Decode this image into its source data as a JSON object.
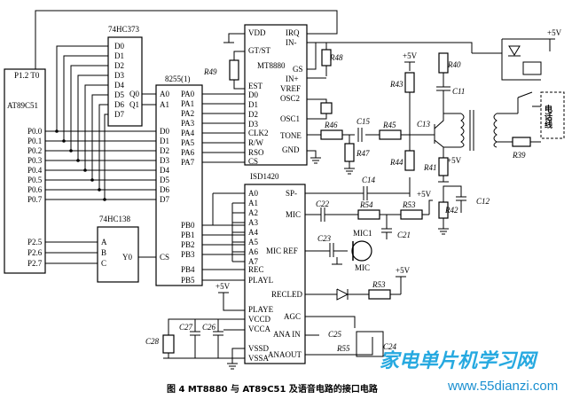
{
  "chips": {
    "mcu": {
      "name": "AT89C51",
      "pin_top": "P1.2 T0",
      "ports_p0": [
        "P0.0",
        "P0.1",
        "P0.2",
        "P0.3",
        "P0.4",
        "P0.5",
        "P0.6",
        "P0.7"
      ],
      "ports_p2": [
        "P2.5",
        "P2.6",
        "P2.7"
      ]
    },
    "latch": {
      "name": "74HC373",
      "d_pins": [
        "D0",
        "D1",
        "D2",
        "D3",
        "D4",
        "D5",
        "D6",
        "D7"
      ],
      "q_pins": [
        "Q0",
        "Q1"
      ]
    },
    "ppi": {
      "name": "8255(1)",
      "left_pins": [
        "A0",
        "A1",
        "D0",
        "D1",
        "D2",
        "D3",
        "D4",
        "D5",
        "D6",
        "D7",
        "CS"
      ],
      "pa_pins": [
        "PA0",
        "PA1",
        "PA2",
        "PA3",
        "PA4",
        "PA5",
        "PA6",
        "PA7"
      ],
      "pb_pins": [
        "PB0",
        "PB1",
        "PB2",
        "PB3",
        "PB4",
        "PB5"
      ]
    },
    "decoder": {
      "name": "74HC138",
      "inputs": [
        "A",
        "B",
        "C"
      ],
      "output": "Y0"
    },
    "dtmf": {
      "name": "MT8880",
      "left_pins": [
        "VDD",
        "GT/ST",
        "EST",
        "D0",
        "D1",
        "D2",
        "D3",
        "CLK2",
        "R/W",
        "RSO",
        "CS"
      ],
      "right_pins": [
        "IRQ",
        "IN-",
        "GS",
        "IN+",
        "VREF",
        "OSC2",
        "OSC1",
        "TONE",
        "GND"
      ]
    },
    "voice": {
      "name": "ISD1420",
      "left_pins": [
        "A0",
        "A1",
        "A2",
        "A3",
        "A4",
        "A5",
        "A6",
        "A7",
        "REC",
        "PLAYL",
        "PLAYE",
        "VCCD",
        "VCCA",
        "VSSD",
        "VSSA"
      ],
      "right_pins": [
        "SP-",
        "MIC",
        "MIC REF",
        "RECLED",
        "AGC",
        "ANA IN",
        "ANAOUT"
      ]
    }
  },
  "components": {
    "resistors": [
      "R49",
      "R48",
      "R40",
      "R43",
      "R46",
      "R47",
      "R45",
      "R44",
      "R41",
      "R42",
      "R39",
      "R54",
      "R53",
      "R53",
      "R55"
    ],
    "capacitors": [
      "C11",
      "C15",
      "C13",
      "C12",
      "C14",
      "C22",
      "C21",
      "C23",
      "C28",
      "C27",
      "C26",
      "C25",
      "C24"
    ],
    "mics": [
      "MIC1",
      "MIC"
    ],
    "phone_line": "电话线"
  },
  "supplies": [
    "+5V",
    "+5V",
    "+5V",
    "+5V",
    "+5V",
    "+5V"
  ],
  "caption": "图 4  MT8880 与 AT89C51 及语音电路的接口电路",
  "watermark": {
    "brand": "家电单片机学习网",
    "url": "www.55dianzi.com"
  }
}
